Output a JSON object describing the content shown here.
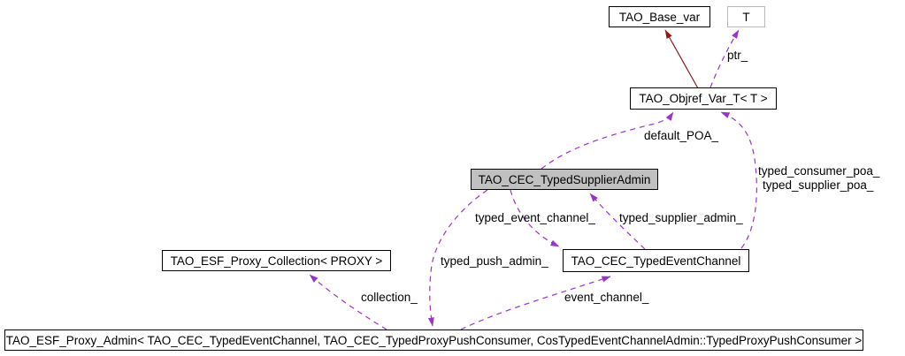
{
  "diagram": {
    "type": "class-collaboration-graph",
    "colors": {
      "inheritance": "#8b1a1a",
      "usage": "#9a32cd",
      "node_border": "#000000",
      "undocumented_node_border": "#b9b9b9",
      "highlight_fill": "#c0c0c0",
      "node_fill": "#ffffff"
    },
    "nodes": [
      {
        "id": "tao_base_var",
        "label": "TAO_Base_var",
        "highlighted": false
      },
      {
        "id": "t",
        "label": "T",
        "highlighted": false
      },
      {
        "id": "tao_objref_var_t",
        "label": "TAO_Objref_Var_T< T >",
        "highlighted": false
      },
      {
        "id": "tao_cec_typed_supplier_admin",
        "label": "TAO_CEC_TypedSupplierAdmin",
        "highlighted": true
      },
      {
        "id": "tao_esf_proxy_collection",
        "label": "TAO_ESF_Proxy_Collection< PROXY >",
        "highlighted": false
      },
      {
        "id": "tao_cec_typed_event_channel",
        "label": "TAO_CEC_TypedEventChannel",
        "highlighted": false
      },
      {
        "id": "tao_esf_proxy_admin",
        "label": "TAO_ESF_Proxy_Admin< TAO_CEC_TypedEventChannel, TAO_CEC_TypedProxyPushConsumer, CosTypedEventChannelAdmin::TypedProxyPushConsumer >",
        "highlighted": false
      }
    ],
    "edges": [
      {
        "from": "tao_objref_var_t",
        "to": "tao_base_var",
        "type": "inheritance",
        "label": ""
      },
      {
        "from": "tao_objref_var_t",
        "to": "t",
        "type": "usage",
        "label": "ptr_"
      },
      {
        "from": "tao_cec_typed_supplier_admin",
        "to": "tao_objref_var_t",
        "type": "usage",
        "label": "default_POA_"
      },
      {
        "from": "tao_cec_typed_event_channel",
        "to": "tao_objref_var_t",
        "type": "usage",
        "labels": [
          "typed_consumer_poa_",
          "typed_supplier_poa_"
        ]
      },
      {
        "from": "tao_cec_typed_supplier_admin",
        "to": "tao_cec_typed_event_channel",
        "type": "usage",
        "label": "typed_event_channel_"
      },
      {
        "from": "tao_cec_typed_event_channel",
        "to": "tao_cec_typed_supplier_admin",
        "type": "usage",
        "label": "typed_supplier_admin_"
      },
      {
        "from": "tao_cec_typed_supplier_admin",
        "to": "tao_esf_proxy_admin",
        "type": "usage",
        "label": "typed_push_admin_"
      },
      {
        "from": "tao_esf_proxy_admin",
        "to": "tao_esf_proxy_collection",
        "type": "usage",
        "label": "collection_"
      },
      {
        "from": "tao_esf_proxy_admin",
        "to": "tao_cec_typed_event_channel",
        "type": "usage",
        "label": "event_channel_"
      }
    ]
  }
}
